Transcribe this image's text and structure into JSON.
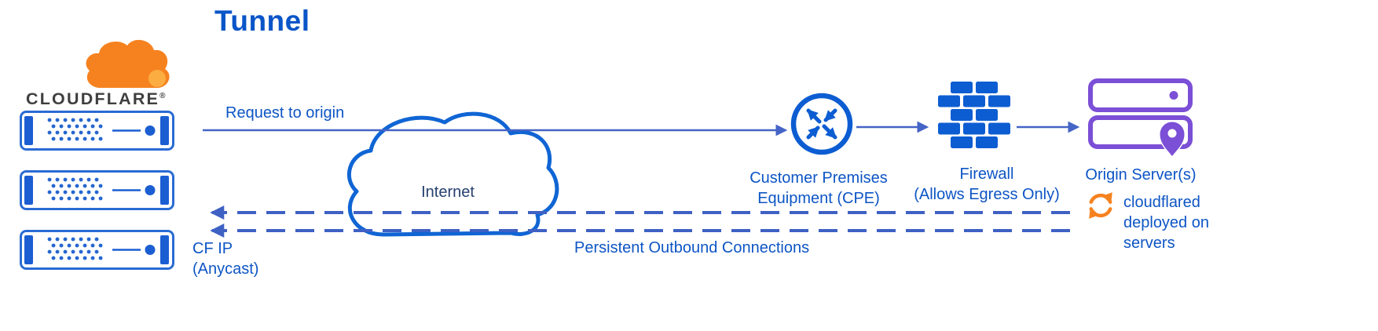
{
  "title": "Tunnel",
  "logo": {
    "brand": "CLOUDFLARE",
    "registered": "®"
  },
  "flow": {
    "request_label": "Request to origin",
    "persistent_label": "Persistent Outbound Connections",
    "cf_ip_label": "CF IP\n(Anycast)"
  },
  "nodes": {
    "cloudflare_edge": {
      "icon": "server-rack-icon",
      "server_count": 3
    },
    "internet": {
      "label": "Internet",
      "icon": "cloud-outline-icon"
    },
    "cpe": {
      "label": "Customer Premises\nEquipment (CPE)",
      "icon": "router-icon"
    },
    "firewall": {
      "label": "Firewall\n(Allows Egress Only)",
      "icon": "brick-wall-icon"
    },
    "origin": {
      "label": "Origin Server(s)",
      "icon": "server-with-location-pin-icon"
    },
    "cloudflared": {
      "label": "cloudflared\ndeployed on\nservers",
      "icon": "sync-arrows-icon"
    }
  },
  "colors": {
    "accent_text_blue": "#0d55c5",
    "icon_blue": "#0d5dd2",
    "connector_blue": "#4464c6",
    "dashed_connector_blue": "#3f61c4",
    "internet_text": "#27406f",
    "brand_orange": "#f6821f",
    "brand_orange_light": "#fbad41",
    "origin_purple": "#7b4fd6",
    "wordmark_gray": "#3f3f40",
    "background": "#ffffff"
  }
}
